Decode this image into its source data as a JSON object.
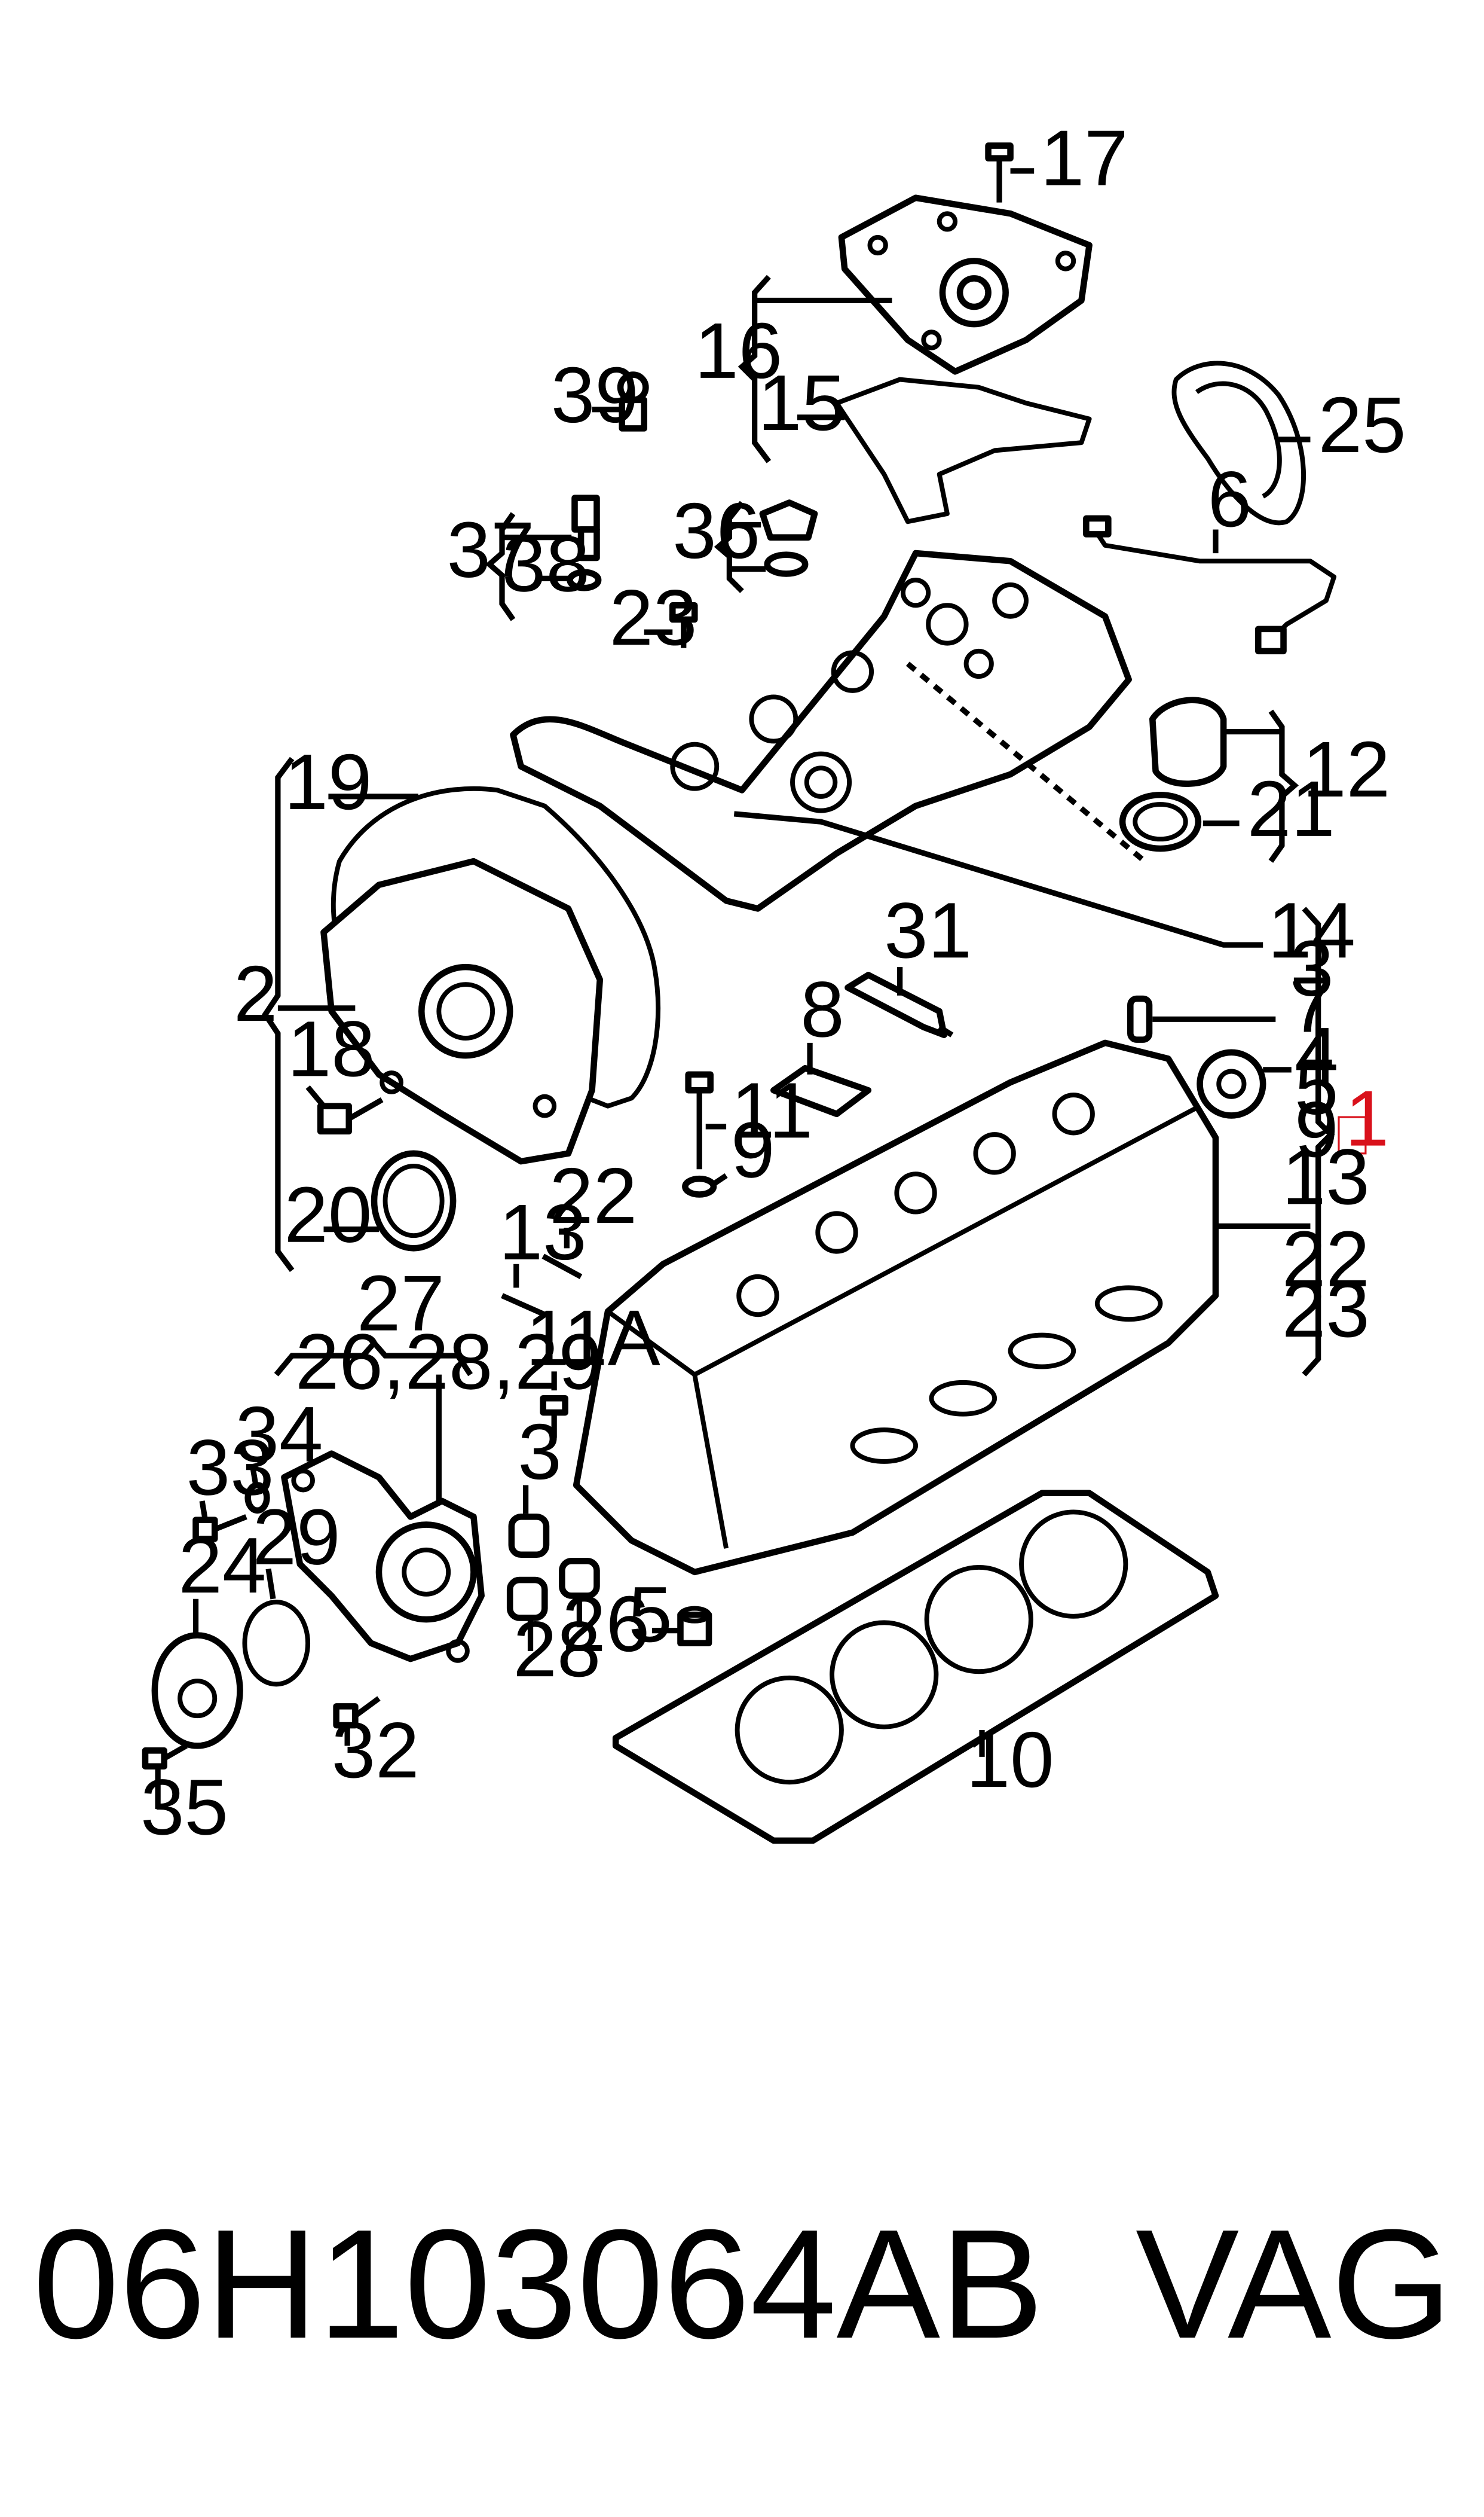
{
  "diagram": {
    "callouts": {
      "c17": "17",
      "c16": "16",
      "c15": "15",
      "c25": "25",
      "c39": "39",
      "c6": "6",
      "c37": "37",
      "c38": "38",
      "c36": "36",
      "c23a": "23",
      "c12": "12",
      "c21": "21",
      "c19": "19",
      "c14": "14",
      "c3a": "3",
      "c7": "7",
      "c31": "31",
      "c2": "2",
      "c8": "8",
      "c4": "4",
      "c5a": "5",
      "c1": "1",
      "c9a": "9",
      "c18": "18",
      "c11": "11",
      "c9b": "9",
      "c13a": "13",
      "c20": "20",
      "c22a": "22",
      "c13b": "13",
      "c22b": "22",
      "c23b": "23",
      "c27": "27",
      "c26group": "26,28,29",
      "c11A": "11A",
      "c34": "34",
      "c33": "33",
      "c3b": "3",
      "c29": "29",
      "c24": "24",
      "c26": "26",
      "c5b": "5",
      "c28": "28",
      "c32": "32",
      "c10": "10",
      "c35": "35"
    }
  },
  "footer": {
    "part_number": "06H103064AB",
    "brand": "VAG"
  },
  "colors": {
    "line": "#000000",
    "highlight_box": "#d9111b",
    "background": "#ffffff"
  }
}
